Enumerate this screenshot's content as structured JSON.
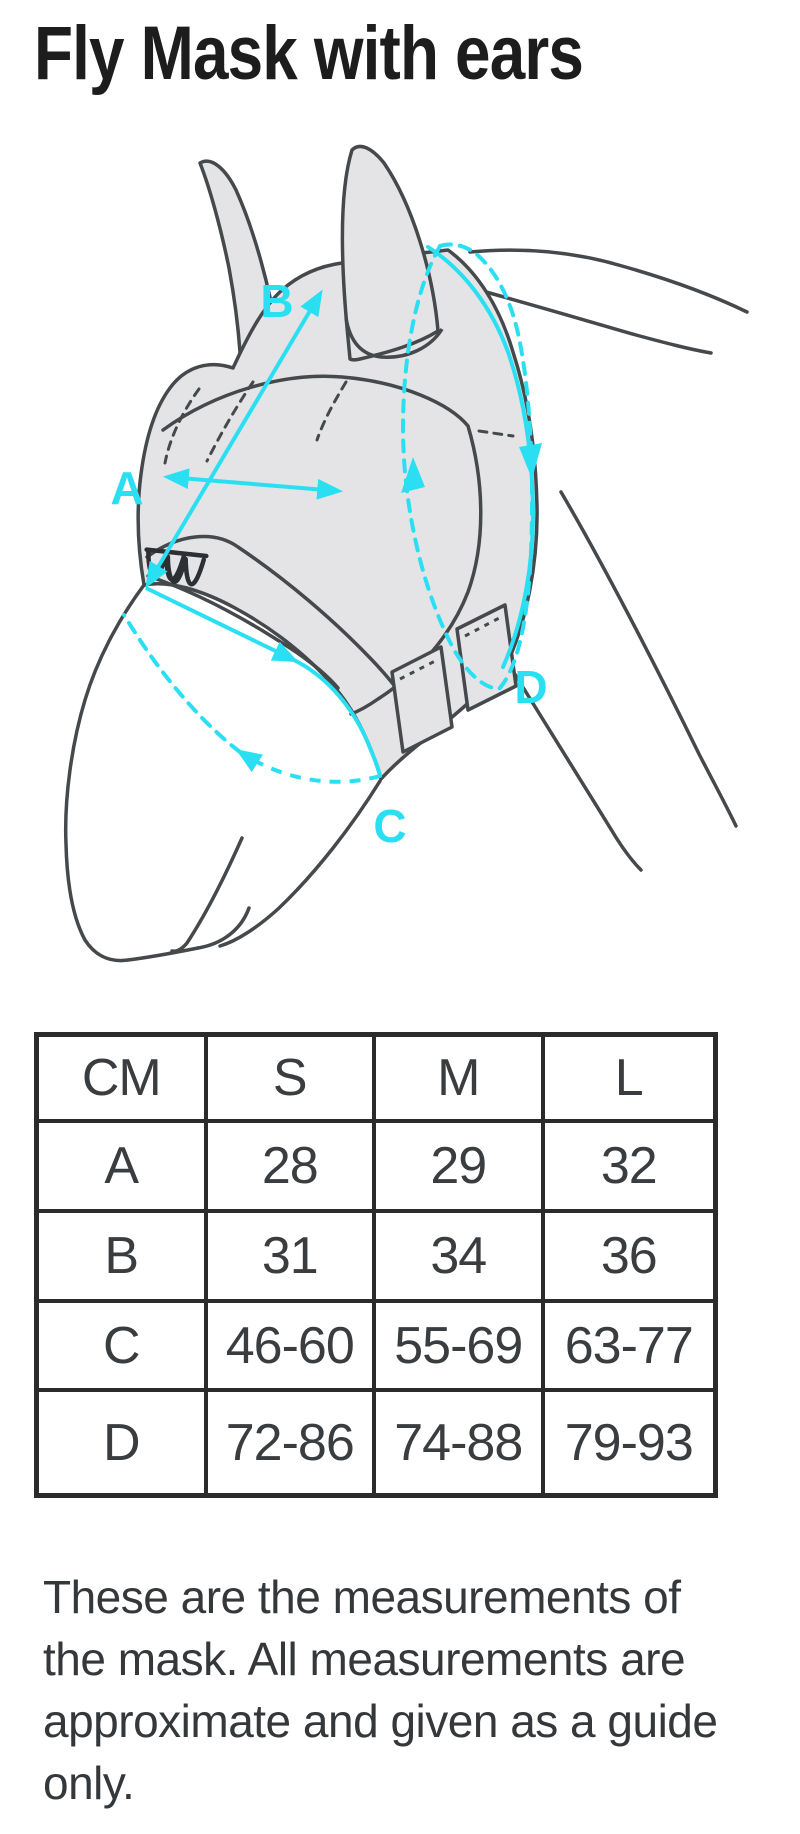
{
  "page": {
    "title": "Fly Mask with ears"
  },
  "diagram": {
    "description": "line drawing of horse head wearing fly mask with ears, with measurement annotations",
    "brand_logo": "ww",
    "accent_color": "#2BDFF2",
    "mask_fill": "#E4E4E6",
    "outline_color": "#45494C",
    "labels": {
      "a": "A",
      "b": "B",
      "c": "C",
      "d": "D"
    }
  },
  "size_table": {
    "unit_header": "CM",
    "size_columns": [
      "S",
      "M",
      "L"
    ],
    "rows": [
      {
        "label": "A",
        "values": [
          "28",
          "29",
          "32"
        ]
      },
      {
        "label": "B",
        "values": [
          "31",
          "34",
          "36"
        ]
      },
      {
        "label": "C",
        "values": [
          "46-60",
          "55-69",
          "63-77"
        ]
      },
      {
        "label": "D",
        "values": [
          "72-86",
          "74-88",
          "79-93"
        ]
      }
    ]
  },
  "footnote": {
    "lines": [
      "These are the measurements of",
      "the mask. All measurements are",
      "approximate and given as a guide",
      "only."
    ]
  }
}
